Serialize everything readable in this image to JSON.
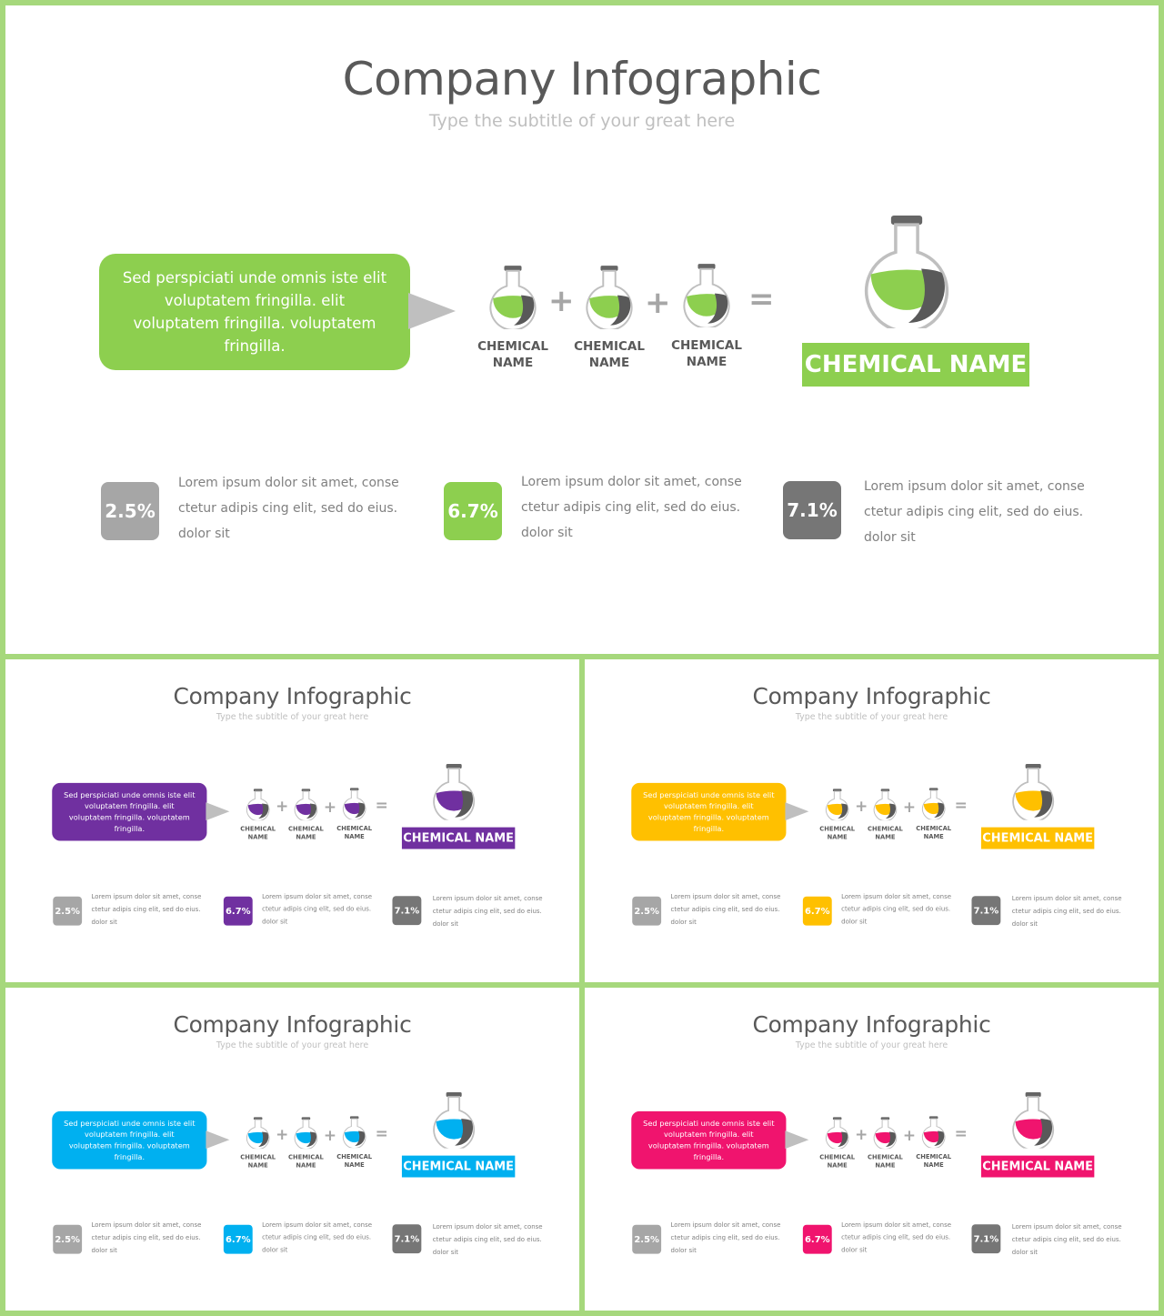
{
  "slides": [
    {
      "id": "green",
      "accent": "#8dcf4f",
      "title": "Company Infographic",
      "subtitle": "Type the subtitle of your great here",
      "bubble_text": "Sed perspiciati unde omnis iste elit voluptatem fringilla. elit voluptatem fringilla. voluptatem fringilla.",
      "chemicals": [
        "CHEMICAL NAME",
        "CHEMICAL NAME",
        "CHEMICAL NAME"
      ],
      "operators": [
        "+",
        "+",
        "="
      ],
      "result_label": "CHEMICAL NAME",
      "stats": [
        {
          "value": "2.5%",
          "color": "#a6a6a6",
          "text": "Lorem ipsum dolor sit amet, conse ctetur adipis cing elit, sed do eius. dolor sit"
        },
        {
          "value": "6.7%",
          "color": "#8dcf4f",
          "text": "Lorem ipsum dolor sit amet, conse ctetur adipis cing elit, sed do eius. dolor sit"
        },
        {
          "value": "7.1%",
          "color": "#767676",
          "text": "Lorem ipsum dolor sit amet, conse ctetur adipis cing elit, sed do eius. dolor sit"
        }
      ]
    },
    {
      "id": "purple",
      "accent": "#7030a0",
      "title": "Company Infographic",
      "subtitle": "Type the subtitle of your great here",
      "bubble_text": "Sed perspiciati unde omnis iste elit voluptatem fringilla. elit voluptatem fringilla. voluptatem fringilla.",
      "chemicals": [
        "CHEMICAL NAME",
        "CHEMICAL NAME",
        "CHEMICAL NAME"
      ],
      "operators": [
        "+",
        "+",
        "="
      ],
      "result_label": "CHEMICAL NAME",
      "stats": [
        {
          "value": "2.5%",
          "color": "#a6a6a6",
          "text": "Lorem ipsum dolor sit amet, conse ctetur adipis cing elit, sed do eius. dolor sit"
        },
        {
          "value": "6.7%",
          "color": "#7030a0",
          "text": "Lorem ipsum dolor sit amet, conse ctetur adipis cing elit, sed do eius. dolor sit"
        },
        {
          "value": "7.1%",
          "color": "#767676",
          "text": "Lorem ipsum dolor sit amet, conse ctetur adipis cing elit, sed do eius. dolor sit"
        }
      ]
    },
    {
      "id": "yellow",
      "accent": "#ffc000",
      "title": "Company Infographic",
      "subtitle": "Type the subtitle of your great here",
      "bubble_text": "Sed perspiciati unde omnis iste elit voluptatem fringilla. elit voluptatem fringilla. voluptatem fringilla.",
      "chemicals": [
        "CHEMICAL NAME",
        "CHEMICAL NAME",
        "CHEMICAL NAME"
      ],
      "operators": [
        "+",
        "+",
        "="
      ],
      "result_label": "CHEMICAL NAME",
      "stats": [
        {
          "value": "2.5%",
          "color": "#a6a6a6",
          "text": "Lorem ipsum dolor sit amet, conse ctetur adipis cing elit, sed do eius. dolor sit"
        },
        {
          "value": "6.7%",
          "color": "#ffc000",
          "text": "Lorem ipsum dolor sit amet, conse ctetur adipis cing elit, sed do eius. dolor sit"
        },
        {
          "value": "7.1%",
          "color": "#767676",
          "text": "Lorem ipsum dolor sit amet, conse ctetur adipis cing elit, sed do eius. dolor sit"
        }
      ]
    },
    {
      "id": "blue",
      "accent": "#00b0f0",
      "title": "Company Infographic",
      "subtitle": "Type the subtitle of your great here",
      "bubble_text": "Sed perspiciati unde omnis iste elit voluptatem fringilla. elit voluptatem fringilla. voluptatem fringilla.",
      "chemicals": [
        "CHEMICAL NAME",
        "CHEMICAL NAME",
        "CHEMICAL NAME"
      ],
      "operators": [
        "+",
        "+",
        "="
      ],
      "result_label": "CHEMICAL NAME",
      "stats": [
        {
          "value": "2.5%",
          "color": "#a6a6a6",
          "text": "Lorem ipsum dolor sit amet, conse ctetur adipis cing elit, sed do eius. dolor sit"
        },
        {
          "value": "6.7%",
          "color": "#00b0f0",
          "text": "Lorem ipsum dolor sit amet, conse ctetur adipis cing elit, sed do eius. dolor sit"
        },
        {
          "value": "7.1%",
          "color": "#767676",
          "text": "Lorem ipsum dolor sit amet, conse ctetur adipis cing elit, sed do eius. dolor sit"
        }
      ]
    },
    {
      "id": "pink",
      "accent": "#f0146e",
      "title": "Company Infographic",
      "subtitle": "Type the subtitle of your great here",
      "bubble_text": "Sed perspiciati unde omnis iste elit voluptatem fringilla. elit voluptatem fringilla. voluptatem fringilla.",
      "chemicals": [
        "CHEMICAL NAME",
        "CHEMICAL NAME",
        "CHEMICAL NAME"
      ],
      "operators": [
        "+",
        "+",
        "="
      ],
      "result_label": "CHEMICAL NAME",
      "stats": [
        {
          "value": "2.5%",
          "color": "#a6a6a6",
          "text": "Lorem ipsum dolor sit amet, conse ctetur adipis cing elit, sed do eius. dolor sit"
        },
        {
          "value": "6.7%",
          "color": "#f0146e",
          "text": "Lorem ipsum dolor sit amet, conse ctetur adipis cing elit, sed do eius. dolor sit"
        },
        {
          "value": "7.1%",
          "color": "#767676",
          "text": "Lorem ipsum dolor sit amet, conse ctetur adipis cing elit, sed do eius. dolor sit"
        }
      ]
    }
  ],
  "icons": {
    "flask": "round-bottom-flask-icon"
  }
}
